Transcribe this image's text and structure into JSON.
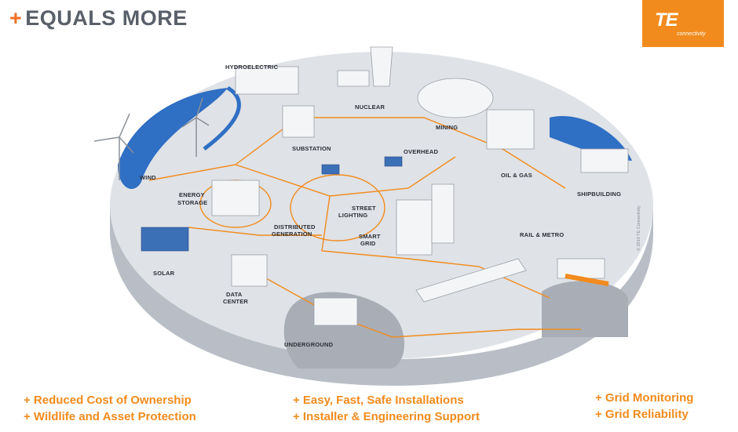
{
  "header": {
    "plus": "+",
    "title": "EQUALS MORE"
  },
  "logo": {
    "mark": "TE",
    "sub": "connectivity",
    "color": "#f28b1d"
  },
  "labels": {
    "hydroelectric": "HYDROELECTRIC",
    "nuclear": "NUCLEAR",
    "mining": "MINING",
    "substation": "SUBSTATION",
    "overhead": "OVERHEAD",
    "oil_gas": "OIL & GAS",
    "wind": "WIND",
    "energy_storage_1": "ENERGY",
    "energy_storage_2": "STORAGE",
    "street_lighting_1": "STREET",
    "street_lighting_2": "LIGHTING",
    "shipbuilding": "SHIPBUILDING",
    "distributed_generation_1": "DISTRIBUTED",
    "distributed_generation_2": "GENERATION",
    "smart_grid_1": "SMART",
    "smart_grid_2": "GRID",
    "rail_metro": "RAIL & METRO",
    "solar": "SOLAR",
    "data_center_1": "DATA",
    "data_center_2": "CENTER",
    "underground": "UNDERGROUND"
  },
  "copyright": "© 2019 TE Connectivity",
  "benefits": {
    "col1": [
      "+ Reduced Cost of Ownership",
      "+ Wildlife and Asset Protection"
    ],
    "col2": [
      "+ Easy, Fast, Safe Installations",
      "+ Installer & Engineering Support"
    ],
    "col3": [
      "+ Grid Monitoring",
      "+ Grid Reliability"
    ]
  },
  "colors": {
    "accent": "#f28b1d",
    "title_grey": "#5a6069",
    "water": "#2f6fc4",
    "platform": "#dfe2e6"
  }
}
